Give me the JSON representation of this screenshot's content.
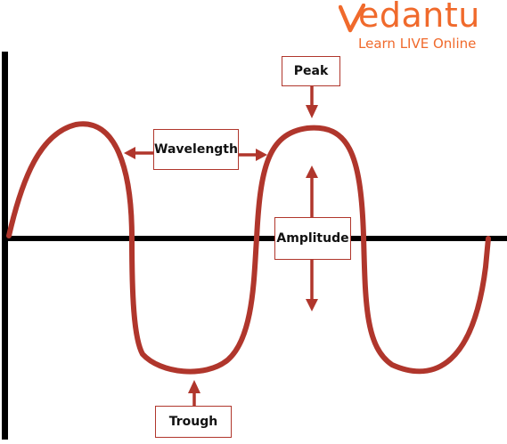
{
  "logo": {
    "wordmark": "edantu",
    "tagline": "Learn LIVE Online",
    "color": "#f06a2c"
  },
  "labels": {
    "peak": "Peak",
    "wavelength": "Wavelength",
    "amplitude": "Amplitude",
    "trough": "Trough"
  },
  "colors": {
    "wave": "#b0362c",
    "axis": "#000000",
    "box_border": "#b0362c",
    "arrow": "#b0362c"
  },
  "icons": {
    "peak_arrow": "arrow-down-icon",
    "trough_arrow": "arrow-up-icon",
    "wavelength_arrow": "double-arrow-horizontal-icon",
    "amplitude_arrow": "double-arrow-vertical-icon"
  }
}
